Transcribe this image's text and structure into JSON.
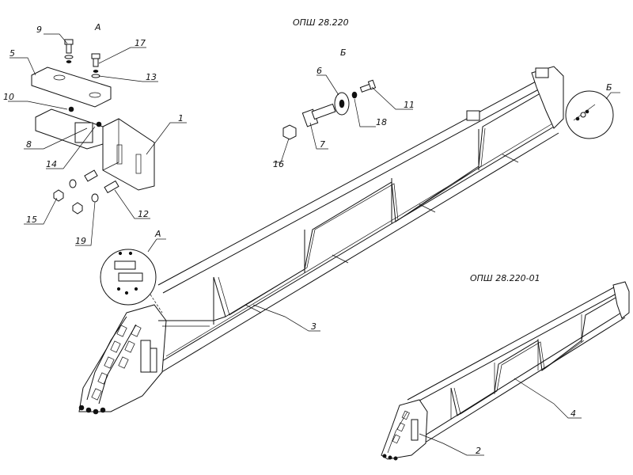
{
  "titles": {
    "main": "ОПШ 28.220",
    "variant": "ОПШ 28.220-01",
    "view_a": "А",
    "view_b": "Б"
  },
  "callouts": {
    "c1": "1",
    "c2": "2",
    "c3": "3",
    "c4": "4",
    "c5": "5",
    "c6": "6",
    "c7": "7",
    "c8": "8",
    "c9": "9",
    "c10": "10",
    "c11": "11",
    "c12": "12",
    "c13": "13",
    "c14": "14",
    "c15": "15",
    "c16": "16",
    "c17": "17",
    "c18": "18",
    "c19": "19",
    "detail_a": "А",
    "detail_b": "Б"
  }
}
